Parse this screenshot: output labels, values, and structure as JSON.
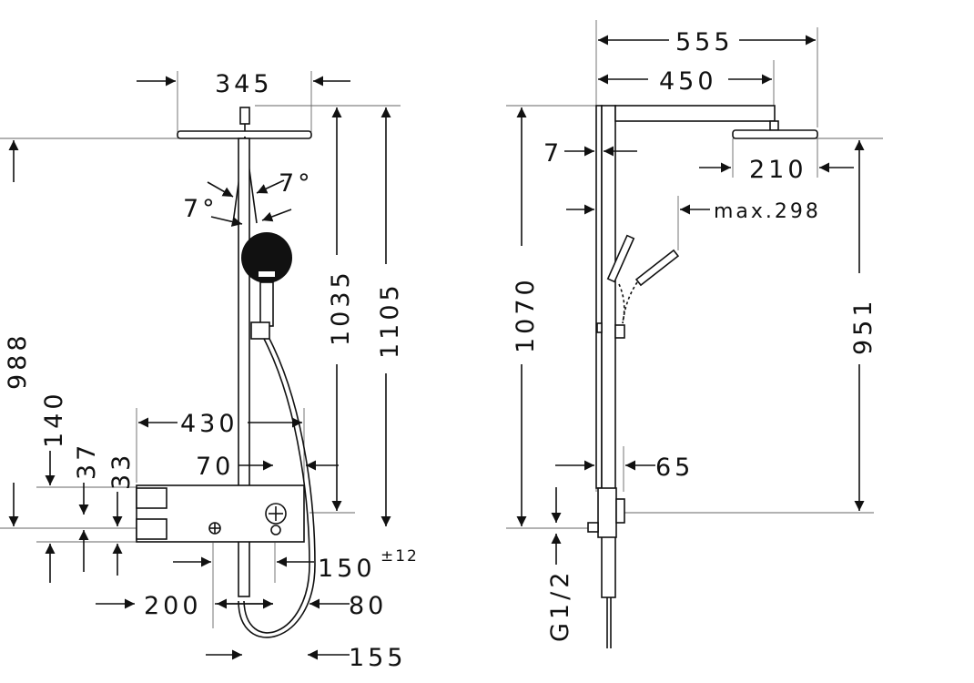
{
  "front_view": {
    "dimensions": {
      "head_width": "345",
      "height_to_head": "988",
      "height_1035": "1035",
      "height_1105": "1105",
      "angle_right": "7°",
      "angle_left": "7°",
      "thermostat_width": "430",
      "offset_70": "70",
      "offset_140": "140",
      "offset_37": "37",
      "offset_33": "33",
      "spacing_150": "150",
      "tolerance": "±12",
      "offset_200": "200",
      "offset_80": "80",
      "offset_155": "155"
    }
  },
  "side_view": {
    "dimensions": {
      "arm_reach": "555",
      "arm_length": "450",
      "wall_gap": "7",
      "head_diameter": "210",
      "hand_shower_reach": "max.298",
      "height_1070": "1070",
      "height_951": "951",
      "depth_65": "65",
      "connection": "G1/2"
    }
  }
}
